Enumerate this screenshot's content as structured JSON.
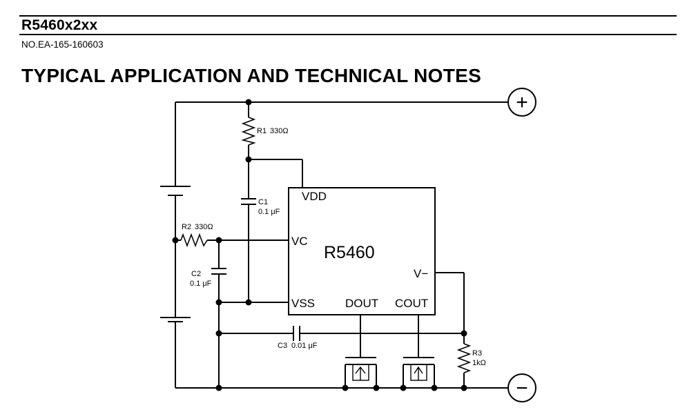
{
  "header": {
    "title": "R5460x2xx",
    "doc_number": "NO.EA-165-160603"
  },
  "section": {
    "heading": "TYPICAL APPLICATION AND TECHNICAL NOTES"
  },
  "schematic": {
    "ic": {
      "name": "R5460",
      "pins": {
        "vdd": "VDD",
        "vc": "VC",
        "vss": "VSS",
        "v_minus": "V−",
        "dout": "DOUT",
        "cout": "COUT"
      }
    },
    "components": {
      "r1": {
        "ref": "R1",
        "value": "330Ω"
      },
      "r2": {
        "ref": "R2",
        "value": "330Ω"
      },
      "r3": {
        "ref": "R3",
        "value": "1kΩ"
      },
      "c1": {
        "ref": "C1",
        "value": "0.1 μF"
      },
      "c2": {
        "ref": "C2",
        "value": "0.1 μF"
      },
      "c3": {
        "ref": "C3",
        "value": "0.01 μF"
      }
    },
    "terminals": {
      "positive": "+",
      "negative": "−"
    }
  }
}
